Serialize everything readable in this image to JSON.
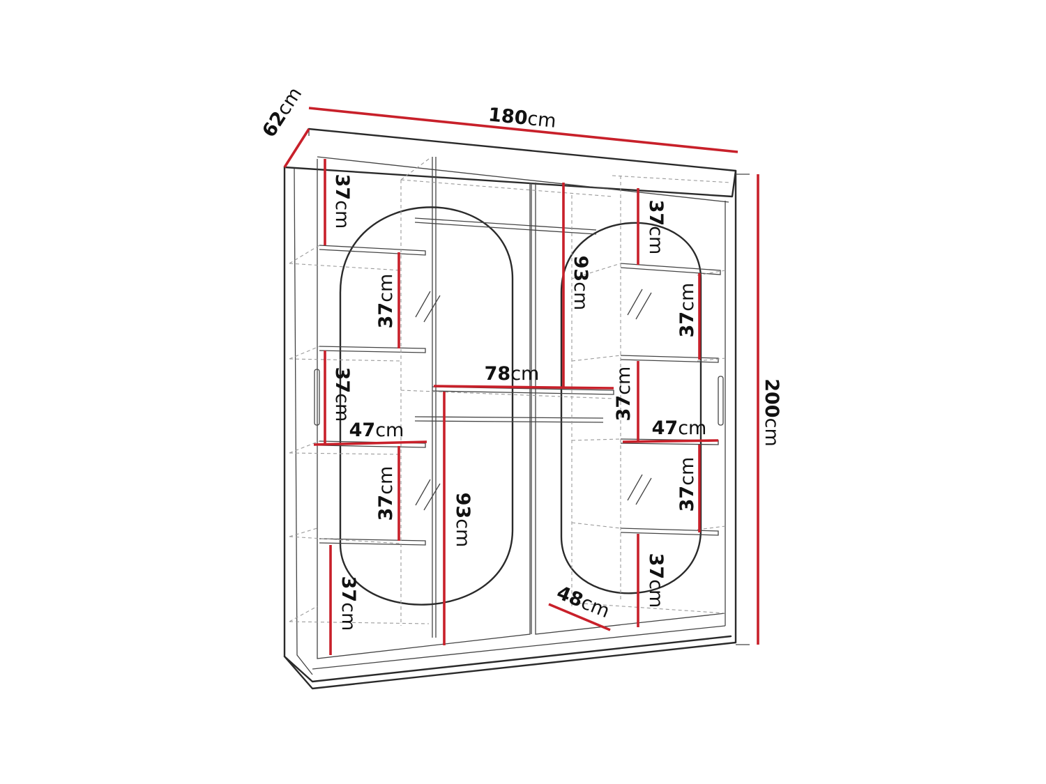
{
  "unit": "cm",
  "colors": {
    "dimension_line": "#c8202a",
    "outline": "#2a2a2a",
    "hidden_edges": "#9a9a9a"
  },
  "dimensions": {
    "width": "180",
    "depth": "62",
    "height": "200",
    "left_top_section": "37",
    "left_shelf_1": "37",
    "left_mid_section": "37",
    "left_shelf_width": "47",
    "left_shelf_2": "37",
    "left_bottom_section": "37",
    "center_rail_upper": "93",
    "center_rail_lower": "93",
    "center_width": "78",
    "right_top_section": "37",
    "right_shelf_1": "37",
    "right_mid_section": "37",
    "right_shelf_width": "47",
    "right_shelf_2": "37",
    "right_bottom_section": "37",
    "inner_depth": "48"
  }
}
